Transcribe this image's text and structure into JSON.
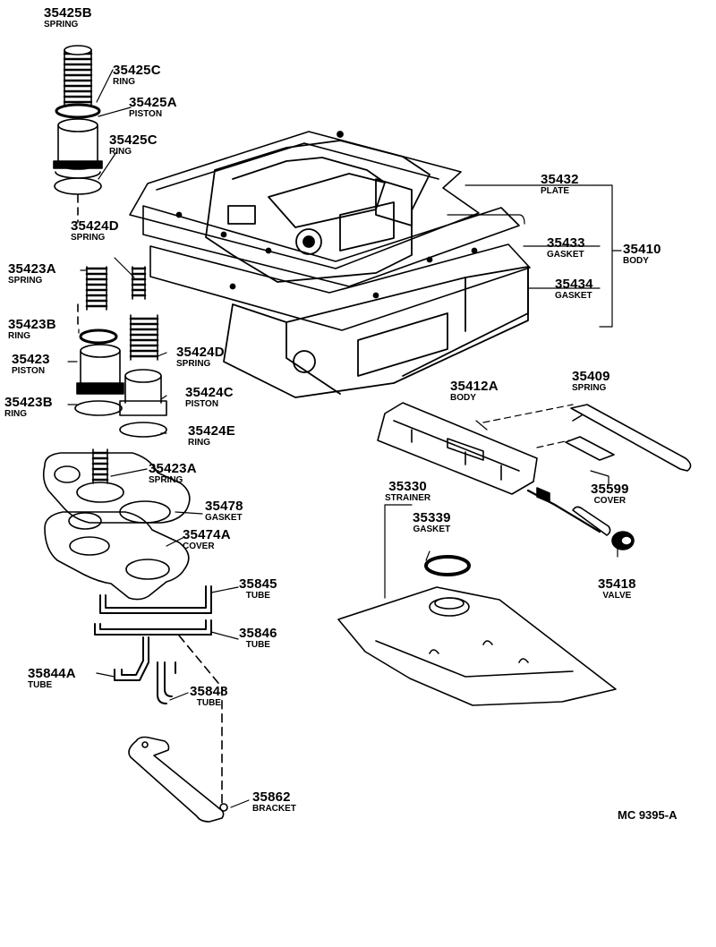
{
  "diagram_code": "MC 9395-A",
  "parts": [
    {
      "id": "p1",
      "number": "35425B",
      "name": "SPRING"
    },
    {
      "id": "p2",
      "number": "35425C",
      "name": "RING"
    },
    {
      "id": "p3",
      "number": "35425A",
      "name": "PISTON"
    },
    {
      "id": "p4",
      "number": "35425C",
      "name": "RING"
    },
    {
      "id": "p5",
      "number": "35424D",
      "name": "SPRING"
    },
    {
      "id": "p6",
      "number": "35423A",
      "name": "SPRING"
    },
    {
      "id": "p7",
      "number": "35423B",
      "name": "RING"
    },
    {
      "id": "p8",
      "number": "35423",
      "name": "PISTON"
    },
    {
      "id": "p9",
      "number": "35424D",
      "name": "SPRING"
    },
    {
      "id": "p10",
      "number": "35423B",
      "name": "RING"
    },
    {
      "id": "p11",
      "number": "35424C",
      "name": "PISTON"
    },
    {
      "id": "p12",
      "number": "35424E",
      "name": "RING"
    },
    {
      "id": "p13",
      "number": "35423A",
      "name": "SPRING"
    },
    {
      "id": "p14",
      "number": "35478",
      "name": "GASKET"
    },
    {
      "id": "p15",
      "number": "35474A",
      "name": "COVER"
    },
    {
      "id": "p16",
      "number": "35845",
      "name": "TUBE"
    },
    {
      "id": "p17",
      "number": "35846",
      "name": "TUBE"
    },
    {
      "id": "p18",
      "number": "35844A",
      "name": "TUBE"
    },
    {
      "id": "p19",
      "number": "35848",
      "name": "TUBE"
    },
    {
      "id": "p20",
      "number": "35862",
      "name": "BRACKET"
    },
    {
      "id": "p21",
      "number": "35432",
      "name": "PLATE"
    },
    {
      "id": "p22",
      "number": "35433",
      "name": "GASKET"
    },
    {
      "id": "p23",
      "number": "35410",
      "name": "BODY"
    },
    {
      "id": "p24",
      "number": "35434",
      "name": "GASKET"
    },
    {
      "id": "p25",
      "number": "35412A",
      "name": "BODY"
    },
    {
      "id": "p26",
      "number": "35409",
      "name": "SPRING"
    },
    {
      "id": "p27",
      "number": "35599",
      "name": "COVER"
    },
    {
      "id": "p28",
      "number": "35330",
      "name": "STRAINER"
    },
    {
      "id": "p29",
      "number": "35339",
      "name": "GASKET"
    },
    {
      "id": "p30",
      "number": "35418",
      "name": "VALVE"
    }
  ]
}
